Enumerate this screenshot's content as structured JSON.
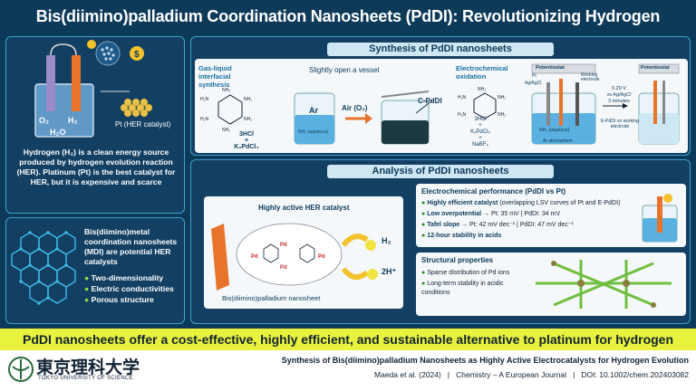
{
  "title": "Bis(diimino)palladium Coordination Nanosheets (PdDI): Revolutionizing Hydrogen Production",
  "left_top": {
    "labels": {
      "o2": "O₂",
      "h2": "H₂",
      "h2o": "H₂O",
      "pt": "Pt (HER catalyst)"
    },
    "text": "Hydrogen (H₂) is a clean energy source produced by hydrogen evolution reaction (HER). Platinum (Pt) is the best catalyst for HER, but it is expensive and scarce"
  },
  "left_bottom": {
    "text": "Bis(diimino)metal coordination nanosheets (MDI) are potential HER catalysts",
    "bullets": [
      "Two-dimensionality",
      "Electric conductivities",
      "Porous structure"
    ]
  },
  "synthesis": {
    "heading": "Synthesis of PdDI nanosheets",
    "gas_liquid_label": "Gas-liquid interfacial synthesis",
    "vessel_note": "Slightly open a vessel",
    "reagents_left": [
      "3HCl",
      "+",
      "K₂PdCl₄"
    ],
    "ar": "Ar",
    "nh4_aqueous": "NH₃ (aqueous)",
    "air": "Air (O₂)",
    "cpddi": "C-PdDI",
    "electrochem_label": "Electrochemical oxidation",
    "reagents_right": [
      "3HCl",
      "+",
      "K₂PdCl₄",
      "+",
      "NaBF₄"
    ],
    "potentiostat": "Potentiostat",
    "pt_electrode": "Pt",
    "ref_electrode": "Ag/AgCl",
    "working_electrode": "Working electrode",
    "nh3_aq": "NH₃ (aqueous)",
    "ar_atm": "Ar atmosphere",
    "conditions": [
      "0.20 V",
      "vs Ag/AgCl",
      "3 minutes"
    ],
    "epddi": "E-PdDI on working electrode"
  },
  "analysis": {
    "heading": "Analysis of PdDI nanosheets",
    "her_label": "Highly active HER catalyst",
    "h2": "H₂",
    "h_plus": "2H⁺",
    "sheet_label": "Bis(diimino)palladium nanosheet",
    "echem_title": "Electrochemical performance (PdDI vs Pt)",
    "echem_items": [
      {
        "bold": "Highly efficient catalyst",
        "rest": " (overlapping LSV curves of Pt and E-PdDI)"
      },
      {
        "bold": "Low overpotential",
        "rest": " → Pt: 35 mV | PdDI: 34 mV"
      },
      {
        "bold": "Tafel slope",
        "rest": " → Pt: 42 mV dec⁻¹ | PdDI: 47 mV dec⁻¹"
      },
      {
        "bold": "12-hour stability in acids",
        "rest": ""
      }
    ],
    "struct_title": "Structural properties",
    "struct_items": [
      "Sparse distribution of Pd ions",
      "Long-term stability in acidic conditions"
    ]
  },
  "banner": "PdDI nanosheets offer a cost-effective, highly efficient, and sustainable alternative to platinum for hydrogen production",
  "footer": {
    "logo_jp": "東京理科大学",
    "logo_en": "TOKYO UNIVERSITY OF SCIENCE",
    "paper_title": "Synthesis of Bis(diimino)palladium Nanosheets as Highly Active Electrocatalysts for Hydrogen Evolution",
    "citation": "Maeda et al. (2024)   |   Chemistry – A European Journal   |   DOI: 10.1002/chem.202403082"
  },
  "colors": {
    "accent": "#3fa1c9",
    "banner": "#e9f23c",
    "background": "#0e3a5a",
    "electrode": "#e8742b"
  }
}
